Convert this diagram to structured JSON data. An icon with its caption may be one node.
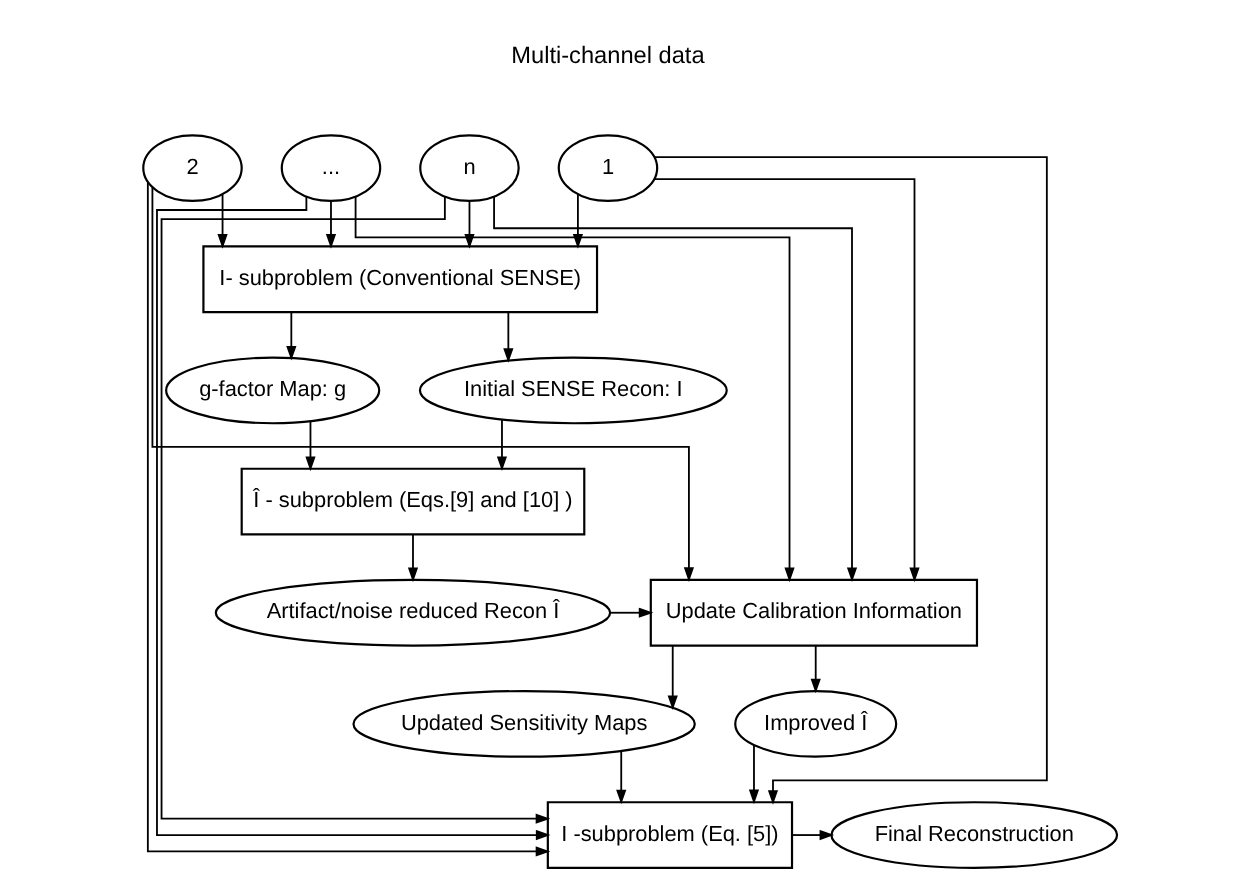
{
  "diagram": {
    "nodes": [
      {
        "text": [
          "1"
        ]
      },
      {
        "text": [
          "2"
        ]
      },
      {
        "text": [
          "..."
        ]
      },
      {
        "text": [
          "n"
        ]
      },
      {
        "text": [
          "I- subproblem (Conventional SENSE)"
        ]
      },
      {
        "text": [
          "g-factor Map: g"
        ]
      },
      {
        "text": [
          "Initial SENSE Recon: I"
        ]
      },
      {
        "text": [
          "Î - subproblem (Eqs.[9] and [10] )"
        ]
      },
      {
        "text": [
          "Artifact/noise reduced Recon Î"
        ]
      },
      {
        "text": [
          "Update Calibration Information"
        ]
      },
      {
        "text": [
          "Updated Sensitivity Maps"
        ]
      },
      {
        "text": [
          "Improved Î"
        ]
      },
      {
        "text": [
          "I -subproblem (Eq. [5])"
        ]
      },
      {
        "text": [
          "Final Reconstruction"
        ]
      }
    ],
    "edges": [
      {
        "from": 0,
        "to": 4,
        "arrow": "to"
      },
      {
        "from": 1,
        "to": 4,
        "arrow": "to"
      },
      {
        "from": 2,
        "to": 4,
        "arrow": "to"
      },
      {
        "from": 3,
        "to": 4,
        "arrow": "to"
      },
      {
        "from": 0,
        "to": 9,
        "arrow": "to"
      },
      {
        "from": 1,
        "to": 9,
        "arrow": "to"
      },
      {
        "from": 2,
        "to": 9,
        "arrow": "to"
      },
      {
        "from": 3,
        "to": 9,
        "arrow": "to"
      },
      {
        "from": 0,
        "to": 12,
        "arrow": "to"
      },
      {
        "from": 1,
        "to": 12,
        "arrow": "to"
      },
      {
        "from": 2,
        "to": 12,
        "arrow": "to"
      },
      {
        "from": 3,
        "to": 12,
        "arrow": "to"
      },
      {
        "from": 4,
        "to": 5,
        "arrow": "to"
      },
      {
        "from": 4,
        "to": 6,
        "arrow": "to"
      },
      {
        "from": 5,
        "to": 7,
        "arrow": "to"
      },
      {
        "from": 6,
        "to": 7,
        "arrow": "to"
      },
      {
        "from": 7,
        "to": 8,
        "arrow": "to"
      },
      {
        "from": 8,
        "to": 9,
        "arrow": "to"
      },
      {
        "from": 9,
        "to": 10,
        "arrow": "to"
      },
      {
        "from": 9,
        "to": 11,
        "arrow": "to"
      },
      {
        "from": 10,
        "to": 12,
        "arrow": "to"
      },
      {
        "from": 11,
        "to": 12,
        "arrow": "to"
      },
      {
        "from": 12,
        "to": 13,
        "arrow": "to"
      }
    ],
    "labels": [
      "Multi-channel data"
    ]
  }
}
